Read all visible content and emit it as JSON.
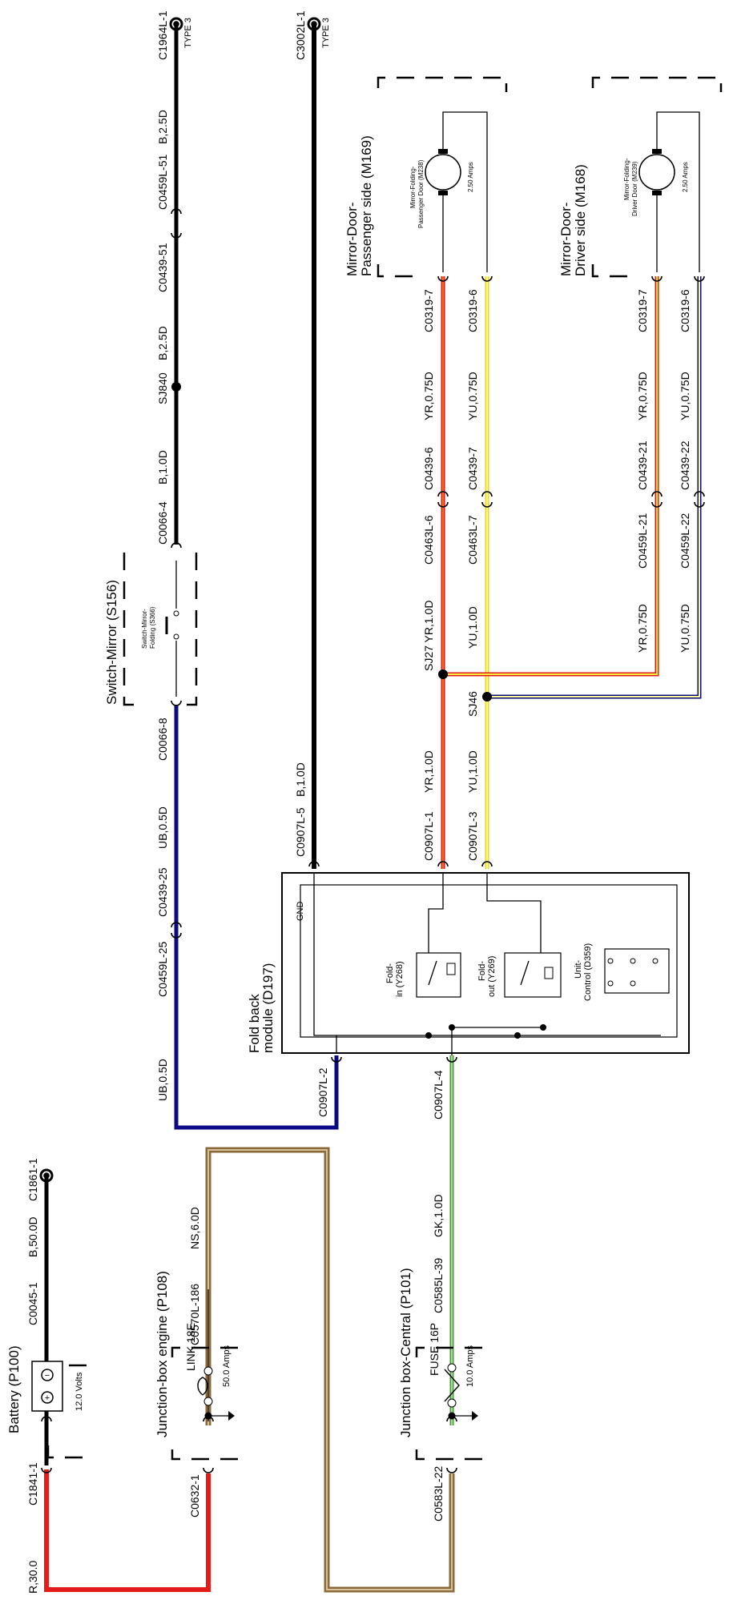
{
  "colors": {
    "black": "#000000",
    "red": "#e31b1b",
    "blue": "#0a0a82",
    "brown": "#8a6a3a",
    "tan": "#d8c09a",
    "green": "#4a9a3a",
    "lightgreen": "#a8d8a0",
    "orange": "#f07020",
    "yellow": "#f5ee3a"
  },
  "components": {
    "battery": {
      "title": "Battery (P100)",
      "volts": "12.0 Volts"
    },
    "jb_engine": {
      "title": "Junction-box engine (P108)",
      "link": "LINK 18E",
      "amps": "50.0 Amps"
    },
    "jb_central": {
      "title": "Junction box-Central (P101)",
      "fuse": "FUSE 16P",
      "amps": "10.0 Amps"
    },
    "switch": {
      "title": "Switch-Mirror (S156)",
      "sub1": "Switch-Mirror-",
      "sub2": "Folding (S366)"
    },
    "module": {
      "title1": "Fold back",
      "title2": "module (D197)",
      "gnd": "GND",
      "foldin1": "Fold-",
      "foldin2": "in (Y268)",
      "foldout1": "Fold-",
      "foldout2": "out (Y269)",
      "unit1": "Unit-",
      "unit2": "Control (D359)"
    },
    "mirror_pass": {
      "title1": "Mirror-Door-",
      "title2": "Passenger side (M169)",
      "motor1": "Mirror-Folding-",
      "motor2": "Passenger Door (M238)",
      "amps": "2.50 Amps"
    },
    "mirror_drv": {
      "title1": "Mirror-Door-",
      "title2": "Driver side (M168)",
      "motor1": "Mirror-Folding-",
      "motor2": "Driver Door (M239)",
      "amps": "2.50 Amps"
    }
  },
  "labels": {
    "c1964": "C1964L-1",
    "type3a": "TYPE 3",
    "b25a": "B,2.5D",
    "c0459_51": "C0459L-51",
    "c0439_51": "C0439-51",
    "b25b": "B,2.5D",
    "sj840": "SJ840",
    "b10a": "B,1.0D",
    "c0066_4": "C0066-4",
    "c0066_8": "C0066-8",
    "ub05a": "UB,0.5D",
    "c0439_25": "C0439-25",
    "c0459_25": "C0459L-25",
    "ub05b": "UB,0.5D",
    "c0907_2": "C0907L-2",
    "c3002": "C3002L-1",
    "type3b": "TYPE 3",
    "b10b": "B,1.0D",
    "c0907_5": "C0907L-5",
    "c0319_7a": "C0319-7",
    "yr075a": "YR,0.75D",
    "c0439_6": "C0439-6",
    "c0463_6": "C0463L-6",
    "sj27": "SJ27 YR,1.0D",
    "yr10": "YR,1.0D",
    "c0907_1": "C0907L-1",
    "c0319_6a": "C0319-6",
    "yu075a": "YU,0.75D",
    "c0439_7": "C0439-7",
    "c0463_7": "C0463L-7",
    "yu10a": "YU,1.0D",
    "sj46": "SJ46",
    "yu10b": "YU,1.0D",
    "c0907_3": "C0907L-3",
    "c0319_7b": "C0319-7",
    "yr075b": "YR,0.75D",
    "c0439_21": "C0439-21",
    "c0459_21": "C0459L-21",
    "yr075c": "YR,0.75D",
    "c0319_6b": "C0319-6",
    "yu075b": "YU,0.75D",
    "c0439_22": "C0439-22",
    "c0459_22": "C0459L-22",
    "yu075c": "YU,0.75D",
    "c0907_4": "C0907L-4",
    "gk10": "GK,1.0D",
    "c0585_39": "C0585L-39",
    "c0583_22": "C0583L-22",
    "c0570_186": "C0570L-186",
    "ns60": "NS,6.0D",
    "c0632_1": "C0632-1",
    "c1841": "C1841-1",
    "r300": "R,30.0",
    "c0045": "C0045-1",
    "b500": "B,50.0D",
    "c1861": "C1861-1"
  }
}
